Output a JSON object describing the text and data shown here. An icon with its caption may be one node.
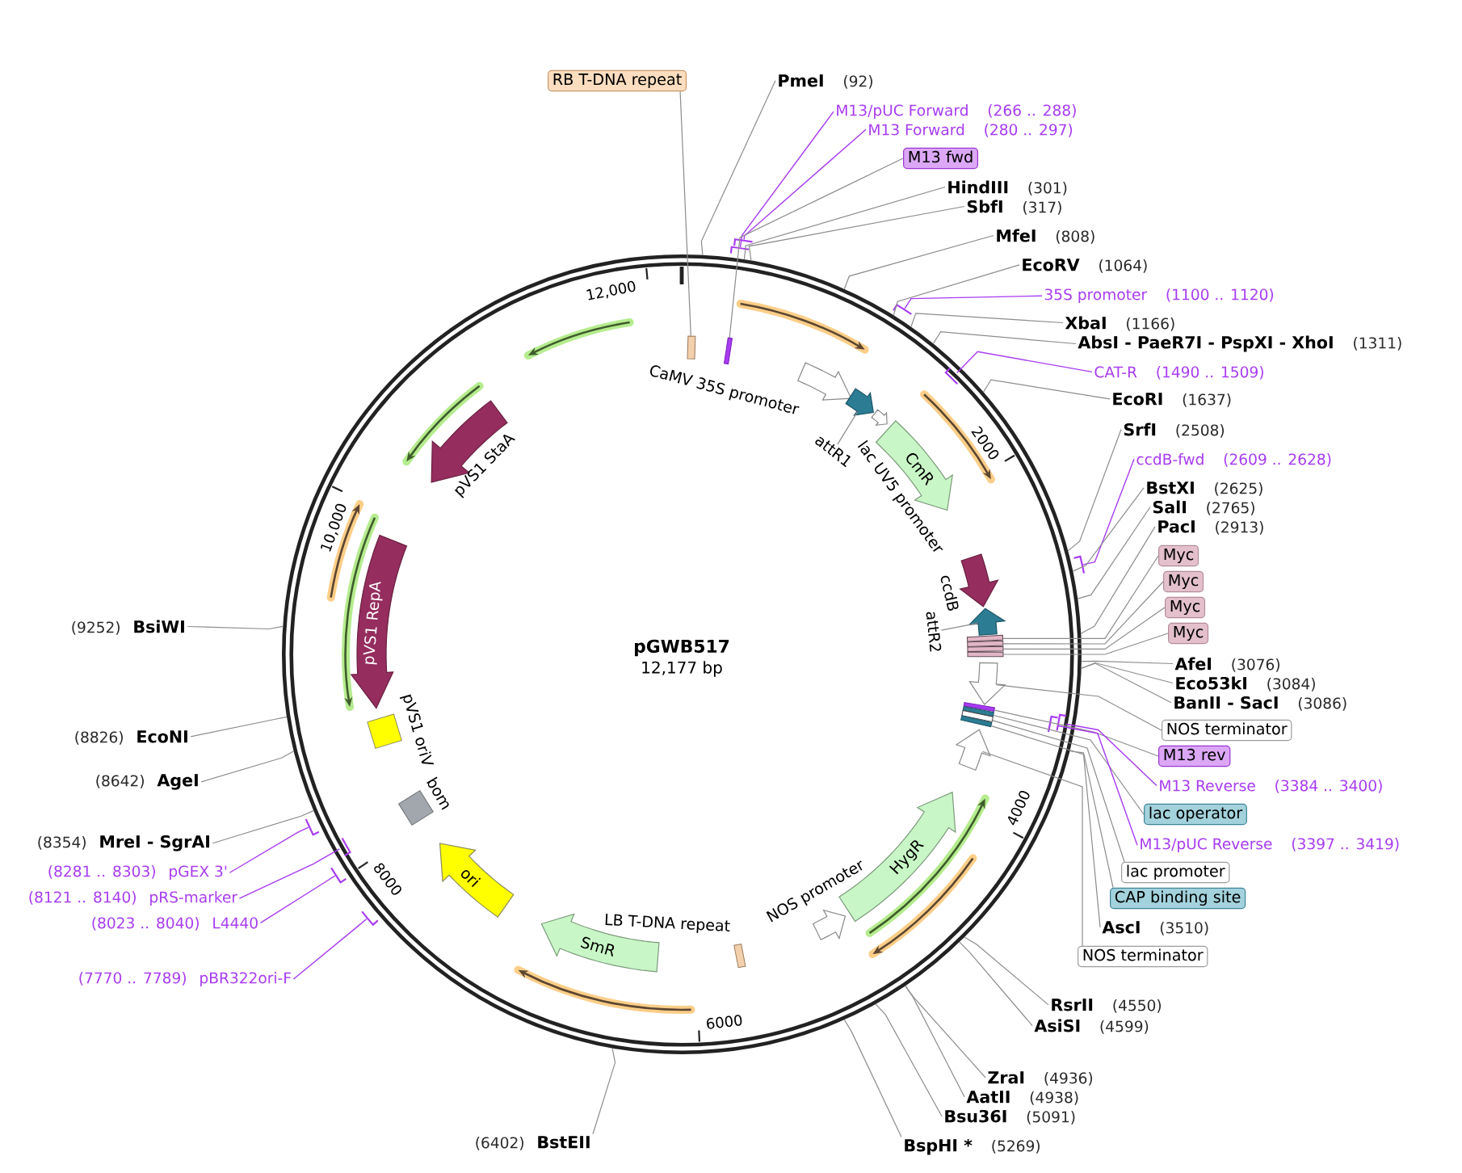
{
  "diagram": {
    "title": "pGWB517",
    "nodes": [
      {
        "text": [],
        "shape": "circle"
      },
      {
        "text": [
          "RB T-DNA repeat"
        ]
      },
      {
        "text": [
          "PmeI",
          "(92)"
        ]
      },
      {
        "text": [
          "M13/pUC Forward",
          "(266 .. 288)"
        ]
      },
      {
        "text": [
          "M13 Forward",
          "(280 .. 297)"
        ]
      },
      {
        "text": [
          "M13 fwd"
        ]
      },
      {
        "text": [
          "HindIII",
          "(301)"
        ]
      },
      {
        "text": [
          "SbfI",
          "(317)"
        ]
      },
      {
        "text": [
          "MfeI",
          "(808)"
        ]
      },
      {
        "text": [
          "EcoRV",
          "(1064)"
        ]
      },
      {
        "text": [
          "35S promoter",
          "(1100 .. 1120)"
        ]
      },
      {
        "text": [
          "XbaI",
          "(1166)"
        ]
      },
      {
        "text": [
          "AbsI - PaeR7I - PspXI - XhoI",
          "(1311)"
        ]
      },
      {
        "text": [
          "CAT-R",
          "(1490 .. 1509)"
        ]
      },
      {
        "text": [
          "EcoRI",
          "(1637)"
        ]
      },
      {
        "text": [
          "SrfI",
          "(2508)"
        ]
      },
      {
        "text": [
          "ccdB-fwd",
          "(2609 .. 2628)"
        ]
      },
      {
        "text": [
          "BstXI",
          "(2625)"
        ]
      },
      {
        "text": [
          "SalI",
          "(2765)"
        ]
      },
      {
        "text": [
          "PacI",
          "(2913)"
        ]
      },
      {
        "text": [
          "Myc"
        ]
      },
      {
        "text": [
          "Myc"
        ]
      },
      {
        "text": [
          "Myc"
        ]
      },
      {
        "text": [
          "Myc"
        ]
      },
      {
        "text": [
          "AfeI",
          "(3076)"
        ]
      },
      {
        "text": [
          "Eco53kI",
          "(3084)"
        ]
      },
      {
        "text": [
          "BanII - SacI",
          "(3086)"
        ]
      },
      {
        "text": [
          "NOS terminator"
        ]
      },
      {
        "text": [
          "M13 rev"
        ]
      },
      {
        "text": [
          "M13 Reverse",
          "(3384 .. 3400)"
        ]
      },
      {
        "text": [
          "lac operator"
        ]
      },
      {
        "text": [
          "M13/pUC Reverse",
          "(3397 .. 3419)"
        ]
      },
      {
        "text": [
          "lac promoter"
        ]
      },
      {
        "text": [
          "CAP binding site"
        ]
      },
      {
        "text": [
          "AscI",
          "(3510)"
        ]
      },
      {
        "text": [
          "NOS terminator"
        ]
      },
      {
        "text": [
          "RsrII",
          "(4550)"
        ]
      },
      {
        "text": [
          "AsiSI",
          "(4599)"
        ]
      },
      {
        "text": [
          "ZraI",
          "(4936)"
        ]
      },
      {
        "text": [
          "AatII",
          "(4938)"
        ]
      },
      {
        "text": [
          "Bsu36I",
          "(5091)"
        ]
      },
      {
        "text": [
          "BspHI *",
          "(5269)"
        ]
      },
      {
        "text": [
          "(6402)",
          "BstEII"
        ]
      },
      {
        "text": [
          "(9252)",
          "BsiWI"
        ]
      },
      {
        "text": [
          "(8826)",
          "EcoNI"
        ]
      },
      {
        "text": [
          "(8642)",
          "AgeI"
        ]
      },
      {
        "text": [
          "(8354)",
          "MreI - SgrAI"
        ]
      },
      {
        "text": [
          "(8281 .. 8303)",
          "pGEX 3'"
        ]
      },
      {
        "text": [
          "(8121 .. 8140)",
          "pRS-marker"
        ]
      },
      {
        "text": [
          "(8023 .. 8040)",
          "L4440"
        ]
      },
      {
        "text": [
          "(7770 .. 7789)",
          "pBR322ori-F"
        ]
      },
      {
        "text": [],
        "shape": "bar",
        "in": 0
      },
      {
        "text": [],
        "shape": "bar",
        "in": 0
      },
      {
        "text": [],
        "shape": "arrow",
        "beside": [
          "CaMV 35S promoter"
        ],
        "in": 0
      },
      {
        "text": [],
        "shape": "arrow",
        "in": 0
      },
      {
        "text": [
          "attR1"
        ],
        "in": 0
      },
      {
        "text": [],
        "shape": "arrow",
        "in": 0
      },
      {
        "text": [
          "CmR"
        ],
        "in": 0
      },
      {
        "text": [],
        "shape": "arrow",
        "beside": [
          "ccdB"
        ],
        "in": 0
      },
      {
        "text": [],
        "shape": "arrow",
        "in": 0
      },
      {
        "text": [
          "attR2"
        ],
        "in": 0
      },
      {
        "text": [],
        "shape": "bar",
        "in": 0
      },
      {
        "text": [],
        "shape": "bar",
        "in": 0
      },
      {
        "text": [],
        "shape": "bar",
        "in": 0
      },
      {
        "text": [],
        "shape": "bar",
        "in": 0
      },
      {
        "text": [],
        "shape": "arrow",
        "in": 0
      },
      {
        "text": [],
        "shape": "bar",
        "in": 0
      },
      {
        "text": [],
        "shape": "bar",
        "in": 0
      },
      {
        "text": [],
        "shape": "bar",
        "in": 0
      },
      {
        "text": [],
        "shape": "bar",
        "in": 0
      },
      {
        "text": [],
        "shape": "arrow",
        "in": 0
      },
      {
        "text": [
          "HygR"
        ],
        "in": 0
      },
      {
        "text": [],
        "shape": "arrow",
        "beside": [
          "NOS promoter"
        ],
        "in": 0
      },
      {
        "text": [],
        "shape": "bar",
        "in": 0
      },
      {
        "text": [
          "SmR"
        ],
        "in": 0
      },
      {
        "text": [
          "ori"
        ],
        "in": 0
      },
      {
        "text": [],
        "shape": "box",
        "beside": [
          "bom"
        ],
        "in": 0
      },
      {
        "text": [],
        "shape": "box",
        "beside": [
          "pVS1 oriV"
        ],
        "in": 0
      },
      {
        "text": [
          "pVS1 RepA"
        ],
        "in": 0
      },
      {
        "text": [],
        "shape": "arrow",
        "beside": [
          "pVS1 StaA"
        ],
        "in": 0
      },
      {
        "text": [],
        "shape": "bar"
      },
      {
        "text": [],
        "shape": "bar"
      },
      {
        "text": [],
        "shape": "bar"
      },
      {
        "text": [],
        "shape": "bar",
        "in": 0
      },
      {
        "text": [],
        "shape": "bar"
      },
      {
        "text": [],
        "shape": "bar",
        "in": 0
      },
      {
        "text": [],
        "shape": "bar",
        "in": 0
      },
      {
        "text": [],
        "shape": "bar"
      },
      {
        "text": [],
        "shape": "bar",
        "in": 0
      },
      {
        "text": [],
        "shape": "bar"
      },
      {
        "text": [],
        "shape": "bar"
      }
    ],
    "edges": [
      {
        "from": 1,
        "to": 51,
        "arrow": "none"
      },
      {
        "from": 2,
        "to": 0,
        "arrow": "none"
      },
      {
        "from": 3,
        "to": 80,
        "arrow": "none",
        "color": "#a83cf0"
      },
      {
        "from": 4,
        "to": 81,
        "arrow": "none",
        "color": "#a83cf0"
      },
      {
        "from": 5,
        "to": 52,
        "arrow": "none"
      },
      {
        "from": 6,
        "to": 0,
        "arrow": "none"
      },
      {
        "from": 7,
        "to": 0,
        "arrow": "none"
      },
      {
        "from": 8,
        "to": 0,
        "arrow": "none"
      },
      {
        "from": 9,
        "to": 0,
        "arrow": "none"
      },
      {
        "from": 10,
        "to": 82,
        "arrow": "none",
        "color": "#a83cf0"
      },
      {
        "from": 11,
        "to": 0,
        "arrow": "none"
      },
      {
        "from": 12,
        "to": 0,
        "arrow": "none"
      },
      {
        "from": 13,
        "to": 83,
        "arrow": "none",
        "color": "#a83cf0"
      },
      {
        "from": 14,
        "to": 0,
        "arrow": "none"
      },
      {
        "from": 15,
        "to": 0,
        "arrow": "none"
      },
      {
        "from": 16,
        "to": 84,
        "arrow": "none",
        "color": "#a83cf0"
      },
      {
        "from": 17,
        "to": 0,
        "arrow": "none"
      },
      {
        "from": 18,
        "to": 0,
        "arrow": "none"
      },
      {
        "from": 19,
        "to": 0,
        "arrow": "none"
      },
      {
        "from": 20,
        "to": 61,
        "arrow": "none"
      },
      {
        "from": 21,
        "to": 62,
        "arrow": "none"
      },
      {
        "from": 22,
        "to": 63,
        "arrow": "none"
      },
      {
        "from": 23,
        "to": 64,
        "arrow": "none"
      },
      {
        "from": 24,
        "to": 0,
        "arrow": "none"
      },
      {
        "from": 25,
        "to": 0,
        "arrow": "none"
      },
      {
        "from": 26,
        "to": 0,
        "arrow": "none"
      },
      {
        "from": 27,
        "to": 65,
        "arrow": "none"
      },
      {
        "from": 28,
        "to": 66,
        "arrow": "none"
      },
      {
        "from": 29,
        "to": 85,
        "arrow": "none",
        "color": "#a83cf0"
      },
      {
        "from": 30,
        "to": 67,
        "arrow": "none"
      },
      {
        "from": 31,
        "to": 86,
        "arrow": "none",
        "color": "#a83cf0"
      },
      {
        "from": 32,
        "to": 68,
        "arrow": "none"
      },
      {
        "from": 33,
        "to": 69,
        "arrow": "none"
      },
      {
        "from": 34,
        "to": 0,
        "arrow": "none"
      },
      {
        "from": 35,
        "to": 70,
        "arrow": "none"
      },
      {
        "from": 36,
        "to": 0,
        "arrow": "none"
      },
      {
        "from": 37,
        "to": 0,
        "arrow": "none"
      },
      {
        "from": 38,
        "to": 0,
        "arrow": "none"
      },
      {
        "from": 39,
        "to": 0,
        "arrow": "none"
      },
      {
        "from": 40,
        "to": 0,
        "arrow": "none"
      },
      {
        "from": 41,
        "to": 0,
        "arrow": "none"
      },
      {
        "from": 42,
        "to": 0,
        "arrow": "none"
      },
      {
        "from": 43,
        "to": 0,
        "arrow": "none"
      },
      {
        "from": 44,
        "to": 0,
        "arrow": "none"
      },
      {
        "from": 45,
        "to": 0,
        "arrow": "none"
      },
      {
        "from": 46,
        "to": 0,
        "arrow": "none"
      },
      {
        "from": 47,
        "to": 87,
        "arrow": "none",
        "color": "#a83cf0"
      },
      {
        "from": 48,
        "to": 88,
        "arrow": "none",
        "color": "#a83cf0"
      },
      {
        "from": 49,
        "to": 89,
        "arrow": "none",
        "color": "#a83cf0"
      },
      {
        "from": 50,
        "to": 90,
        "arrow": "none",
        "color": "#a83cf0"
      },
      {
        "from": 55,
        "to": 54,
        "arrow": "none"
      },
      {
        "from": 60,
        "to": 59,
        "arrow": "none"
      }
    ],
    "labels": [
      "12,000",
      "2000",
      "lac UV5 promoter",
      "10,000",
      "12,177 bp",
      "4000",
      "8000",
      "LB T-DNA repeat",
      "6000"
    ]
  }
}
